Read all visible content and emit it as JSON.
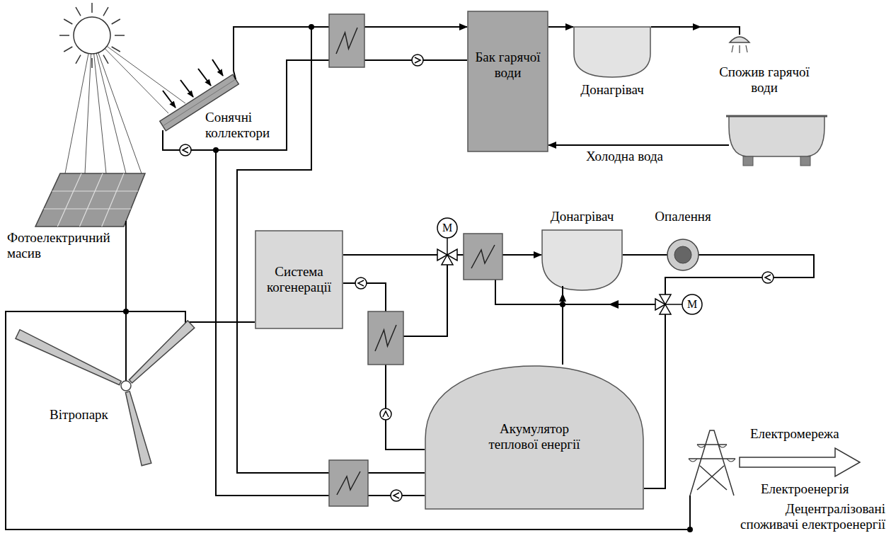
{
  "diagram": {
    "nodes": [
      {
        "text": [
          "Сонячні коллектори"
        ]
      },
      {
        "text": [
          "Бак гарячої води"
        ]
      },
      {
        "text": [
          "Донагрівач"
        ]
      },
      {
        "text": [
          "Спожив гарячої води"
        ]
      },
      {
        "text": [
          "Фотоелектричний масив"
        ]
      },
      {
        "text": [
          "Система когенерації"
        ]
      },
      {
        "text": [
          "Донагрівач"
        ]
      },
      {
        "text": [
          "Опалення"
        ]
      },
      {
        "text": [
          "Вітропарк"
        ]
      },
      {
        "text": [
          "Акумулятор теплової енергії"
        ]
      },
      {
        "text": [
          "Електромережа"
        ]
      }
    ],
    "edges": [
      {
        "from": 0,
        "to": 1,
        "arrow": "to"
      },
      {
        "from": 1,
        "to": 0,
        "arrow": "none"
      },
      {
        "from": 0,
        "to": 9,
        "arrow": "none"
      },
      {
        "from": 9,
        "to": 0,
        "arrow": "none"
      },
      {
        "from": 1,
        "to": 2,
        "arrow": "to"
      },
      {
        "from": 2,
        "to": 3,
        "arrow": "to"
      },
      {
        "from": 3,
        "to": 1,
        "label": "Холодна вода",
        "arrow": "to"
      },
      {
        "from": 5,
        "to": 6,
        "arrow": "to"
      },
      {
        "from": 6,
        "to": 7,
        "arrow": "none"
      },
      {
        "from": 7,
        "to": 9,
        "arrow": "none"
      },
      {
        "from": 9,
        "to": 6,
        "arrow": "to"
      },
      {
        "from": 5,
        "to": 9,
        "arrow": "none"
      },
      {
        "from": 4,
        "to": 8,
        "arrow": "none"
      },
      {
        "from": 8,
        "to": 5,
        "arrow": "none"
      },
      {
        "from": 8,
        "to": 10,
        "arrow": "none"
      }
    ],
    "labels": [
      "M",
      "M",
      "Електроенергія",
      "Децентралізовані споживачі електроенергії"
    ]
  }
}
